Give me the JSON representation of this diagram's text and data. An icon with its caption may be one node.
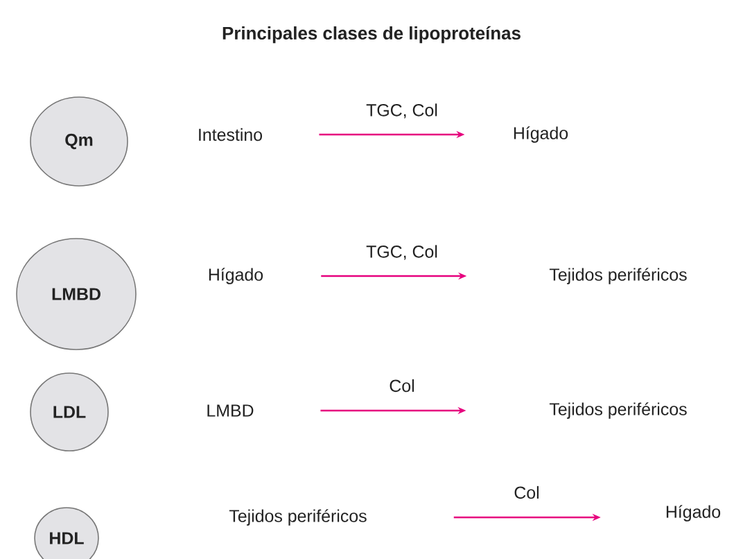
{
  "diagram": {
    "title": "Principales clases de lipoproteínas",
    "nodes": [
      {
        "text": [
          "Qm"
        ]
      },
      {
        "text": [
          "Intestino"
        ]
      },
      {
        "text": [
          "Hígado"
        ]
      },
      {
        "text": [
          "LMBD"
        ]
      },
      {
        "text": [
          "Hígado"
        ]
      },
      {
        "text": [
          "Tejidos periféricos"
        ]
      },
      {
        "text": [
          "LDL"
        ]
      },
      {
        "text": [
          "LMBD"
        ]
      },
      {
        "text": [
          "Tejidos periféricos"
        ]
      },
      {
        "text": [
          "HDL"
        ]
      },
      {
        "text": [
          "Tejidos periféricos"
        ]
      },
      {
        "text": [
          "Hígado"
        ]
      }
    ],
    "edges": [
      {
        "from": 1,
        "to": 2,
        "arrow": "to",
        "label": "TGC, Col"
      },
      {
        "from": 4,
        "to": 5,
        "arrow": "to",
        "label": "TGC, Col"
      },
      {
        "from": 7,
        "to": 8,
        "arrow": "to",
        "label": "Col"
      },
      {
        "from": 10,
        "to": 11,
        "arrow": "to",
        "label": "Col"
      }
    ]
  }
}
